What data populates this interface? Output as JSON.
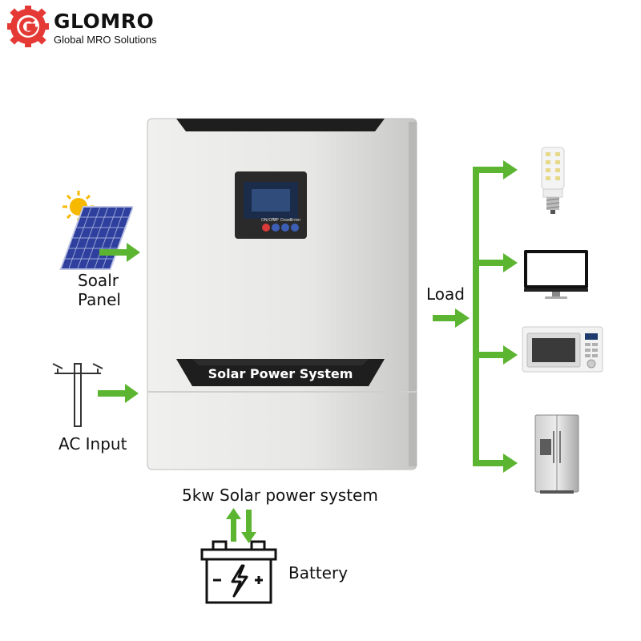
{
  "brand": {
    "name": "GLOMRO",
    "tagline": "Global MRO Solutions"
  },
  "inverter": {
    "product_label": "Solar Power System",
    "panel_buttons": [
      "ON/OFF",
      "UP",
      "Down",
      "Enter"
    ]
  },
  "inputs": {
    "solar_label_line1": "Soalr",
    "solar_label_line2": "Panel",
    "ac_label": "AC Input"
  },
  "outputs": {
    "load_label": "Load",
    "loads": [
      "light-bulb-icon",
      "monitor-icon",
      "microwave-icon",
      "refrigerator-icon"
    ]
  },
  "system_caption": "5kw Solar power system",
  "battery_label": "Battery",
  "colors": {
    "arrow_green": "#5CB531",
    "logo_red": "#E53935",
    "inverter_body": "#E6E6E4",
    "inverter_band": "#1E1E1E"
  }
}
